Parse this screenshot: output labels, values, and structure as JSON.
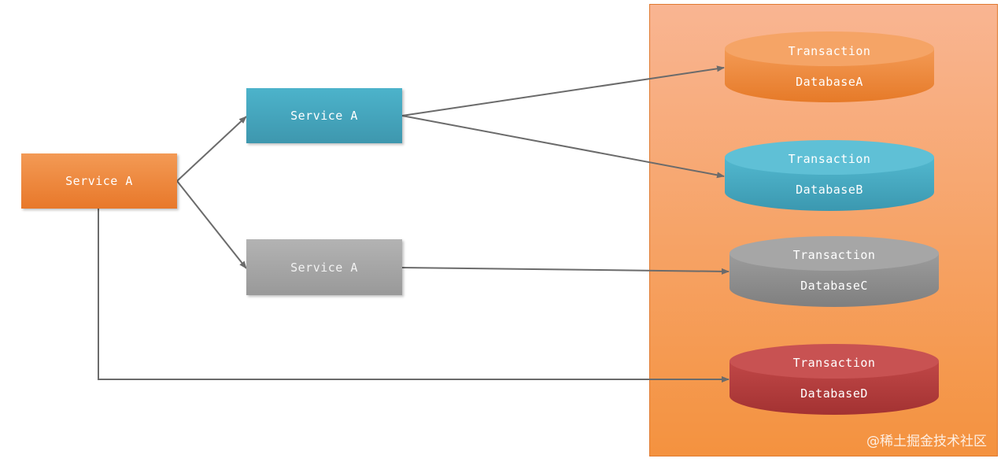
{
  "services": {
    "root": {
      "label": "Service A"
    },
    "blue": {
      "label": "Service A"
    },
    "gray": {
      "label": "Service A"
    }
  },
  "databases": [
    {
      "line1": "Transaction",
      "line2": "DatabaseA",
      "color": "#ef8a3c"
    },
    {
      "line1": "Transaction",
      "line2": "DatabaseB",
      "color": "#45a9c2"
    },
    {
      "line1": "Transaction",
      "line2": "DatabaseC",
      "color": "#8f8f8f"
    },
    {
      "line1": "Transaction",
      "line2": "DatabaseD",
      "color": "#b23c3c"
    }
  ],
  "colors": {
    "region_fill": "#f6a264",
    "arrow": "#6b6b6b",
    "service_orange": "#ee8a3a",
    "service_blue": "#45a5be",
    "service_gray": "#a6a6a6"
  },
  "watermark": "@稀土掘金技术社区"
}
